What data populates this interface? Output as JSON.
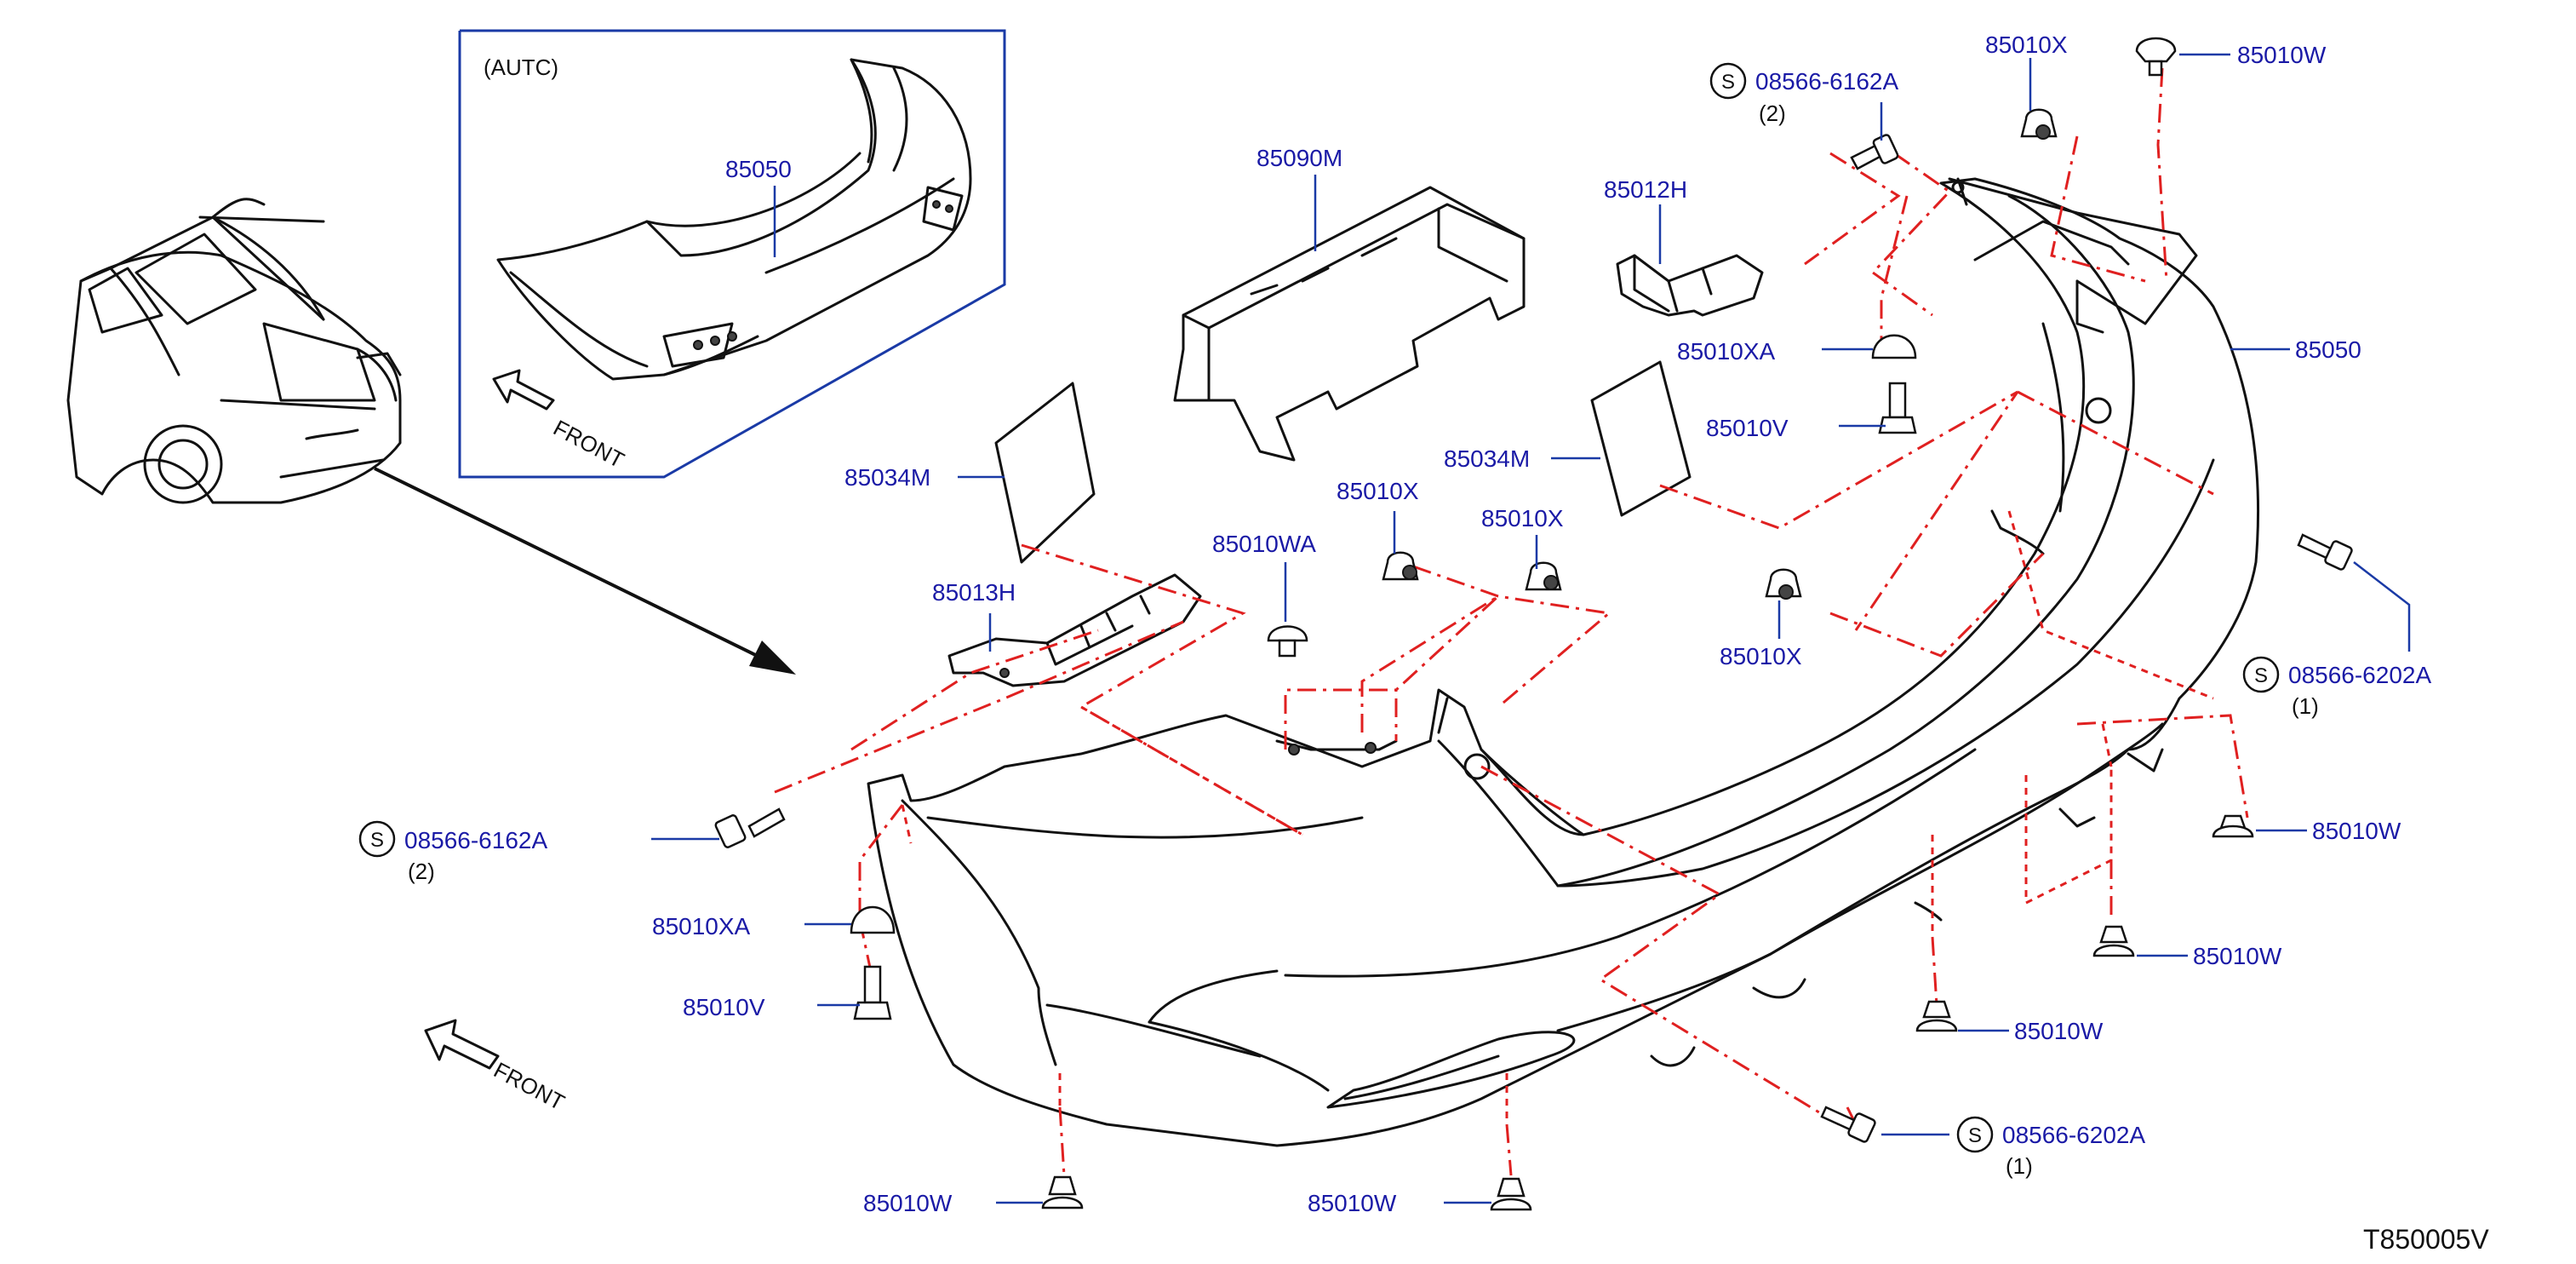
{
  "diagram_code": "T850005V",
  "inset": {
    "title": "(AUTC)",
    "part": "85050",
    "front": "FRONT"
  },
  "front_label": "FRONT",
  "labels": {
    "p85090M": "85090M",
    "p85012H": "85012H",
    "p85050": "85050",
    "p85034M_left": "85034M",
    "p85034M_right": "85034M",
    "p85013H": "85013H",
    "p85010WA": "85010WA",
    "p85010X_a": "85010X",
    "p85010X_b": "85010X",
    "p85010X_c": "85010X",
    "p85010X_top": "85010X",
    "p85010W_top": "85010W",
    "p85010XA_right": "85010XA",
    "p85010V_right": "85010V",
    "p85010XA_left": "85010XA",
    "p85010V_left": "85010V",
    "p85010W_r1": "85010W",
    "p85010W_r2": "85010W",
    "p85010W_r3": "85010W",
    "p85010W_b1": "85010W",
    "p85010W_b2": "85010W"
  },
  "screws": {
    "top": {
      "part": "08566-6162A",
      "qty": "(2)",
      "symbol": "S"
    },
    "left": {
      "part": "08566-6162A",
      "qty": "(2)",
      "symbol": "S"
    },
    "right": {
      "part": "08566-6202A",
      "qty": "(1)",
      "symbol": "S"
    },
    "bottom": {
      "part": "08566-6202A",
      "qty": "(1)",
      "symbol": "S"
    }
  },
  "colors": {
    "label": "#1a1aa6",
    "leader": "#1a3aa6",
    "dashed": "#e02020",
    "outline": "#111111"
  }
}
